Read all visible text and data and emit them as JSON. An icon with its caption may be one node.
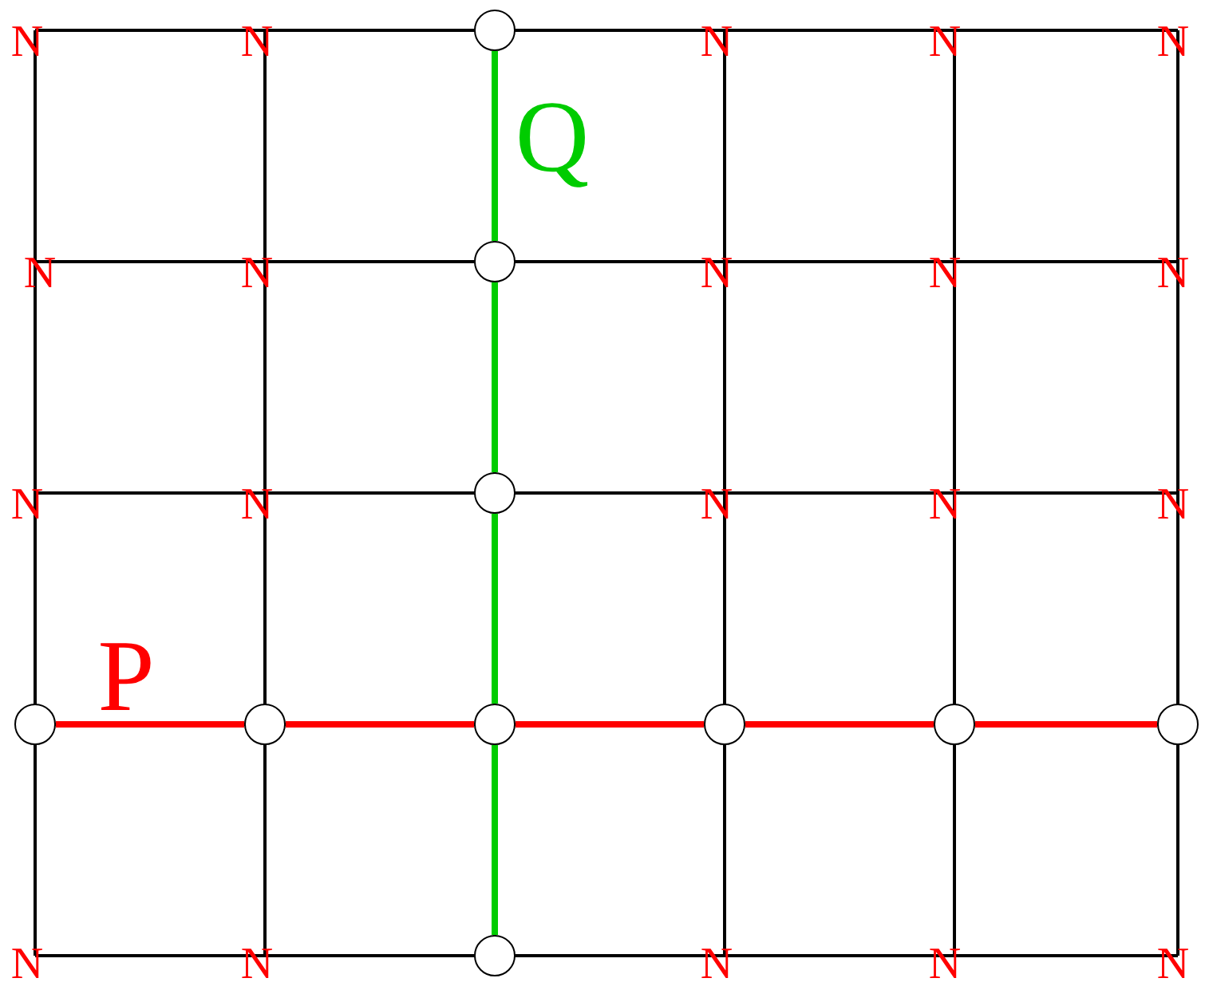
{
  "diagram": {
    "nodes": [
      {
        "text": [],
        "shape": "circle"
      },
      {
        "text": [],
        "shape": "circle"
      },
      {
        "text": [],
        "shape": "circle"
      },
      {
        "text": [],
        "shape": "circle"
      },
      {
        "text": [],
        "shape": "circle"
      },
      {
        "text": [],
        "shape": "circle"
      },
      {
        "text": [],
        "shape": "circle"
      },
      {
        "text": [],
        "shape": "circle"
      },
      {
        "text": [],
        "shape": "circle"
      },
      {
        "text": [],
        "shape": "circle"
      }
    ],
    "edges": [
      {
        "from": 0,
        "to": 1,
        "arrow": "none",
        "color": "#00cc00"
      },
      {
        "from": 1,
        "to": 2,
        "arrow": "none",
        "color": "#00cc00"
      },
      {
        "from": 2,
        "to": 5,
        "arrow": "none",
        "color": "#00cc00"
      },
      {
        "from": 5,
        "to": 9,
        "arrow": "none",
        "color": "#00cc00"
      },
      {
        "from": 3,
        "to": 4,
        "arrow": "none",
        "color": "#ff0000"
      },
      {
        "from": 4,
        "to": 5,
        "arrow": "none",
        "color": "#ff0000"
      },
      {
        "from": 5,
        "to": 6,
        "arrow": "none",
        "color": "#ff0000"
      },
      {
        "from": 6,
        "to": 7,
        "arrow": "none",
        "color": "#ff0000"
      },
      {
        "from": 7,
        "to": 8,
        "arrow": "none",
        "color": "#ff0000"
      }
    ],
    "labels": [
      "N",
      "N",
      "N",
      "N",
      "N",
      "Q",
      "N",
      "N",
      "N",
      "N",
      "N",
      "N",
      "N",
      "N",
      "N",
      "N",
      "P",
      "N",
      "N",
      "N",
      "N",
      "N"
    ]
  }
}
